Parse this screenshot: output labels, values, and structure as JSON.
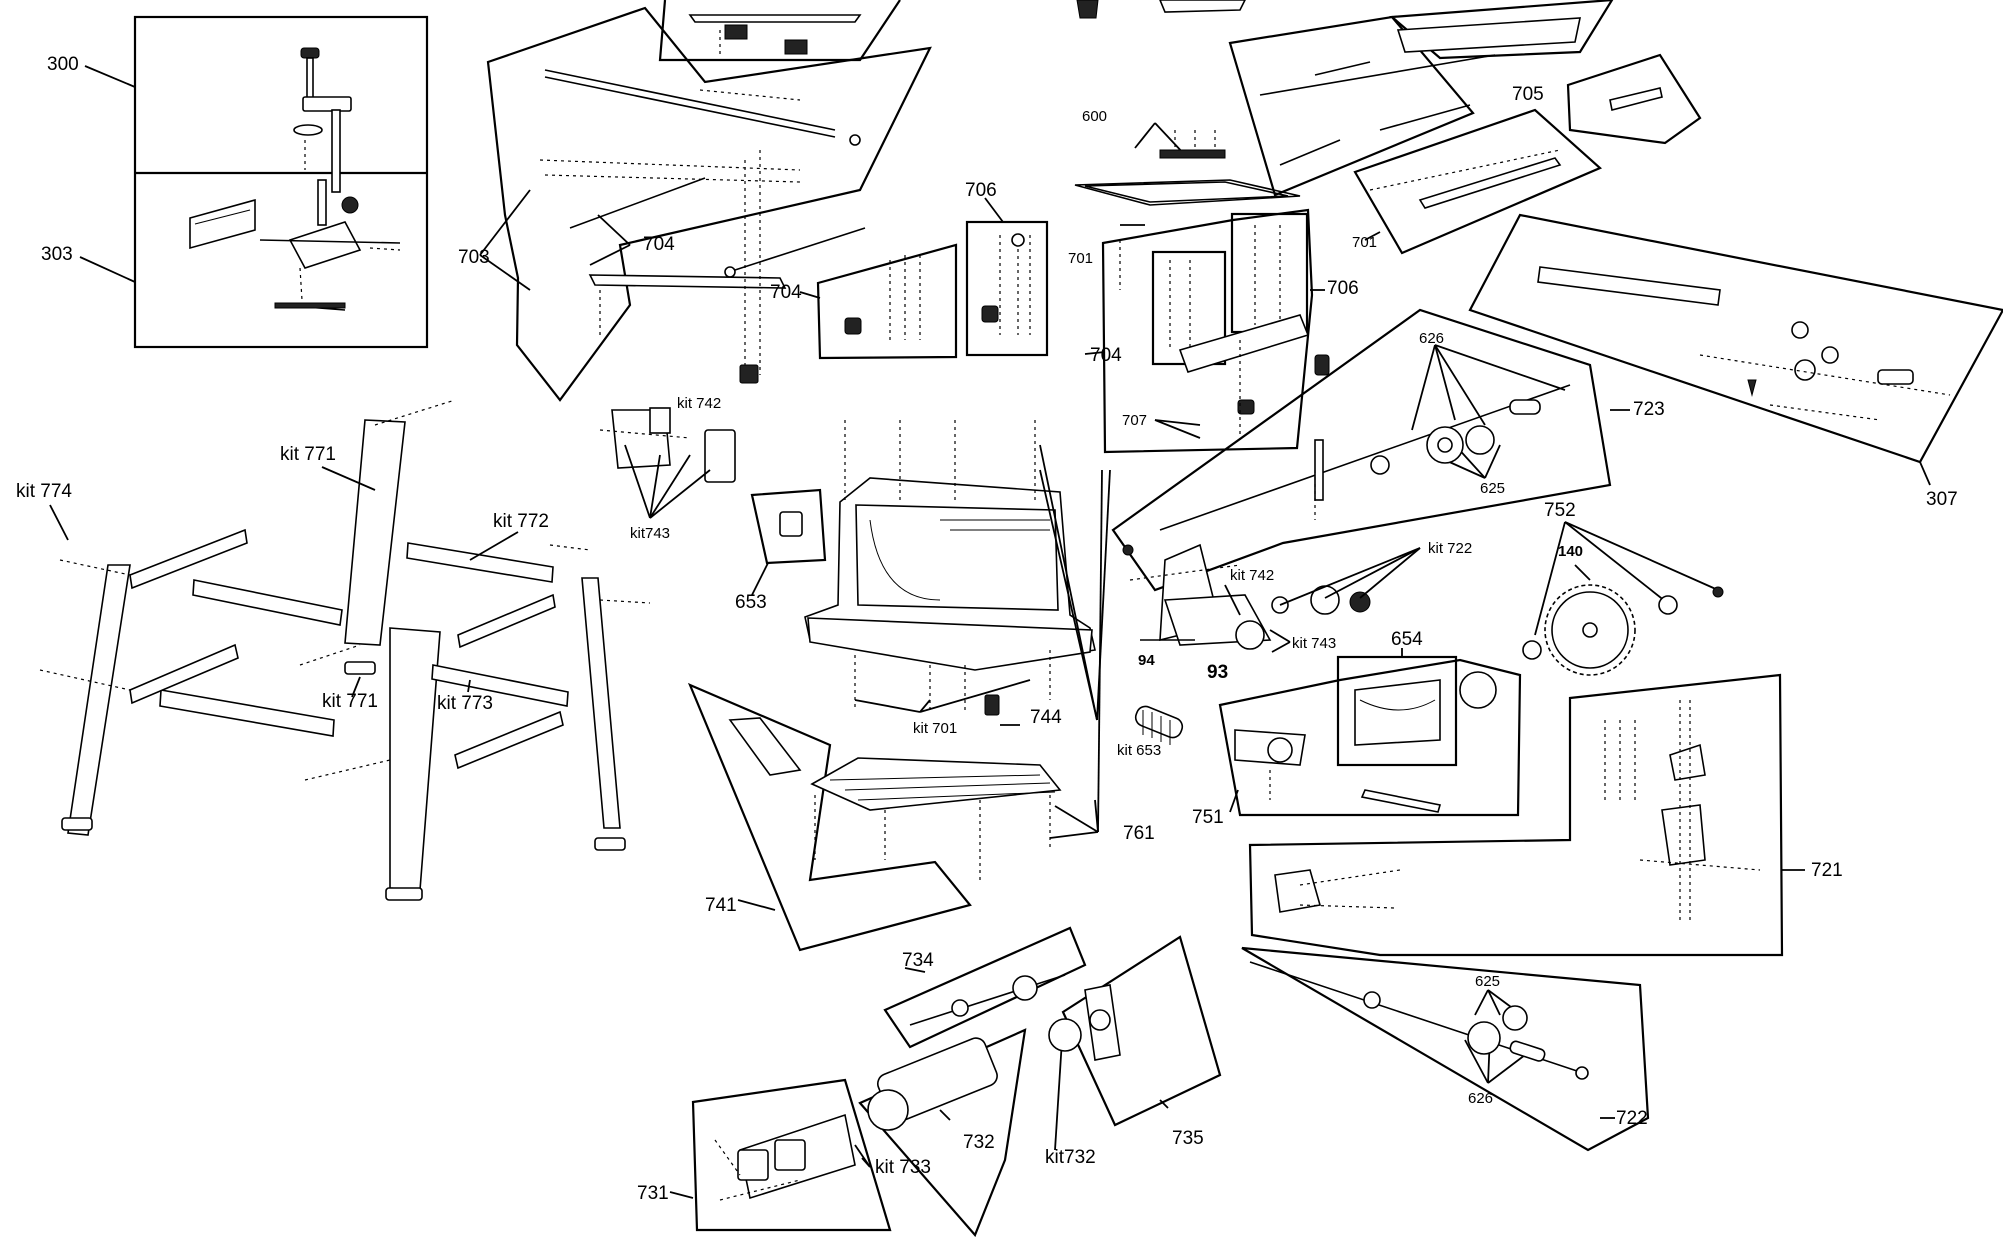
{
  "labels": {
    "l300": "300",
    "l303": "303",
    "l703": "703",
    "l704a": "704",
    "l704b": "704",
    "l704c": "704",
    "l706a": "706",
    "l706b": "706",
    "l707": "707",
    "l701a": "701",
    "l701b": "701",
    "l600": "600",
    "l705": "705",
    "l307": "307",
    "l723": "723",
    "l626a": "626",
    "l625a": "625",
    "l752": "752",
    "l140": "140",
    "lkit722": "kit 722",
    "lkit742a": "kit 742",
    "lkit742b": "kit 742",
    "lkit743a": "kit743",
    "lkit743b": "kit 743",
    "l94": "94",
    "l93": "93",
    "l654": "654",
    "lkit653": "kit 653",
    "l653": "653",
    "l751": "751",
    "l721": "721",
    "lkit701": "kit 701",
    "l744": "744",
    "l761": "761",
    "l741": "741",
    "lkit771a": "kit 771",
    "lkit771b": "kit 771",
    "lkit774": "kit 774",
    "lkit772": "kit 772",
    "lkit773": "kit 773",
    "l734": "734",
    "l732": "732",
    "lkit733": "kit 733",
    "lkit732": "kit732",
    "l735": "735",
    "l731": "731",
    "l625b": "625",
    "l626b": "626",
    "l722": "722"
  }
}
